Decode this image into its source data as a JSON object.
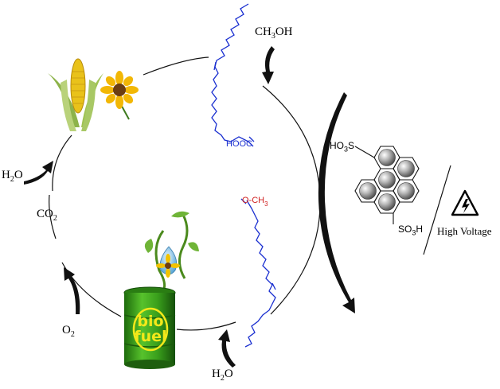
{
  "labels": {
    "h2o_left": {
      "main": "H",
      "sub": "2",
      "tail": "O"
    },
    "co2": {
      "main": "CO",
      "sub": "2"
    },
    "o2": {
      "main": "O",
      "sub": "2"
    },
    "h2o_bottom": {
      "main": "H",
      "sub": "2",
      "tail": "O"
    },
    "methanol": {
      "a": "CH",
      "sub": "3",
      "b": "OH"
    }
  },
  "fatty_acid": {
    "head": "HOOC"
  },
  "ester": {
    "o": "O",
    "ch3": "-CH",
    "sub": "3"
  },
  "catalyst": {
    "so3h_left": {
      "a": "HO",
      "sub": "3",
      "b": "S"
    },
    "so3h_bottom": {
      "a": "SO",
      "sub": "3",
      "b": "H"
    }
  },
  "high_voltage": "High Voltage",
  "barrel": {
    "line1": "bio",
    "line2": "fuel"
  },
  "colors": {
    "barrel_green": "#3aa01c",
    "chem_blue": "#1a2fd0",
    "chem_red": "#d02020",
    "corn_yellow": "#e9c21a",
    "sunflower": "#f2b705"
  }
}
